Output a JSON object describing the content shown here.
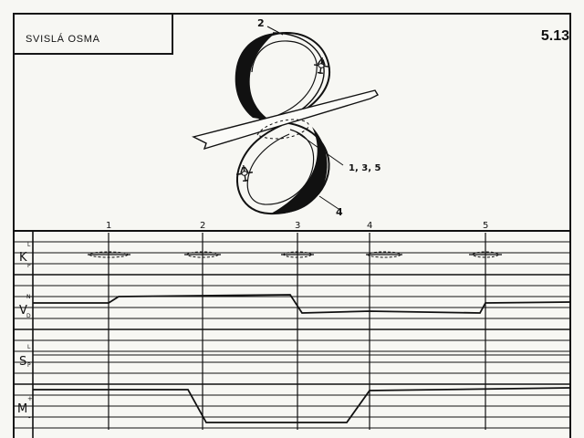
{
  "header": {
    "title": "SVISLÁ OSMA",
    "figure_number": "5.13"
  },
  "figure": {
    "callouts": [
      "2",
      "1, 3, 5",
      "4"
    ]
  },
  "timeline": {
    "markers": [
      "1",
      "2",
      "3",
      "4",
      "5"
    ],
    "rows": [
      {
        "id": "K",
        "label": "K",
        "top": "L",
        "bottom": "P"
      },
      {
        "id": "V",
        "label": "V",
        "top": "N",
        "bottom": "D"
      },
      {
        "id": "S",
        "label": "S",
        "top": "L",
        "bottom": "P"
      },
      {
        "id": "M",
        "label": "M",
        "top": "+",
        "bottom": "-"
      }
    ]
  }
}
